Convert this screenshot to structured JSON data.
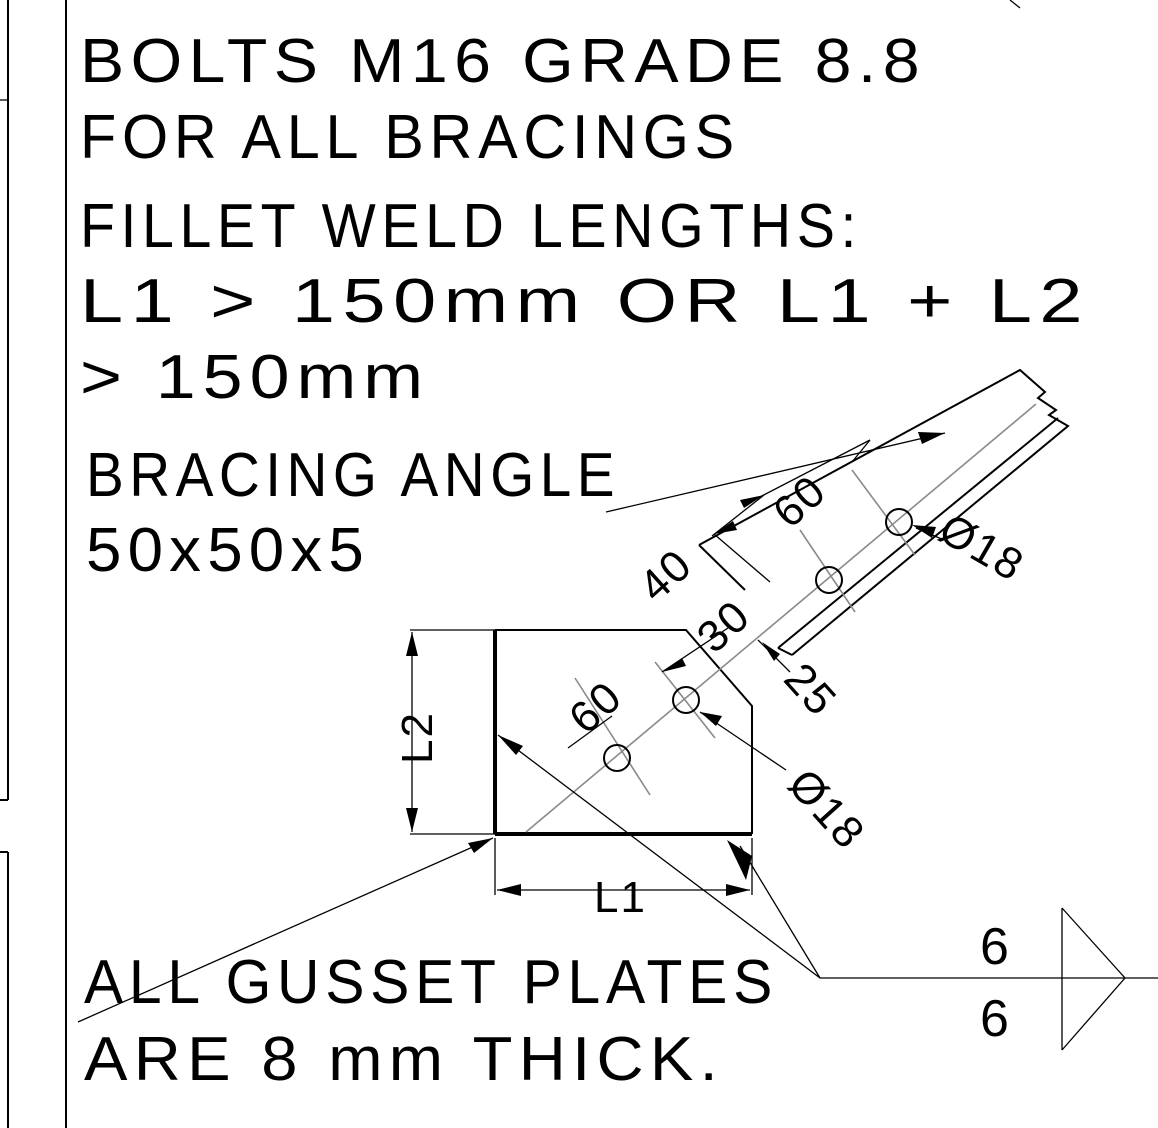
{
  "notes": {
    "bolts_line1": "BOLTS  M16 GRADE 8.8",
    "bolts_line2": "FOR ALL BRACINGS",
    "weld_line1": "FILLET WELD LENGTHS:",
    "weld_line2": "L1 > 150mm OR  L1 + L2",
    "weld_line3": "> 150mm",
    "angle_line1": "BRACING ANGLE",
    "angle_line2": "50x50x5",
    "gusset_line1": "ALL GUSSET PLATES",
    "gusset_line2": "ARE 8 mm THICK."
  },
  "dimensions": {
    "l1": "L1",
    "l2": "L2",
    "d40": "40",
    "d60_upper": "60",
    "d30": "30",
    "d60_lower": "60",
    "d25": "25",
    "hole_upper": "Ø18",
    "hole_lower": "Ø18"
  },
  "weld_symbol": {
    "size_top": "6",
    "size_bottom": "6"
  }
}
